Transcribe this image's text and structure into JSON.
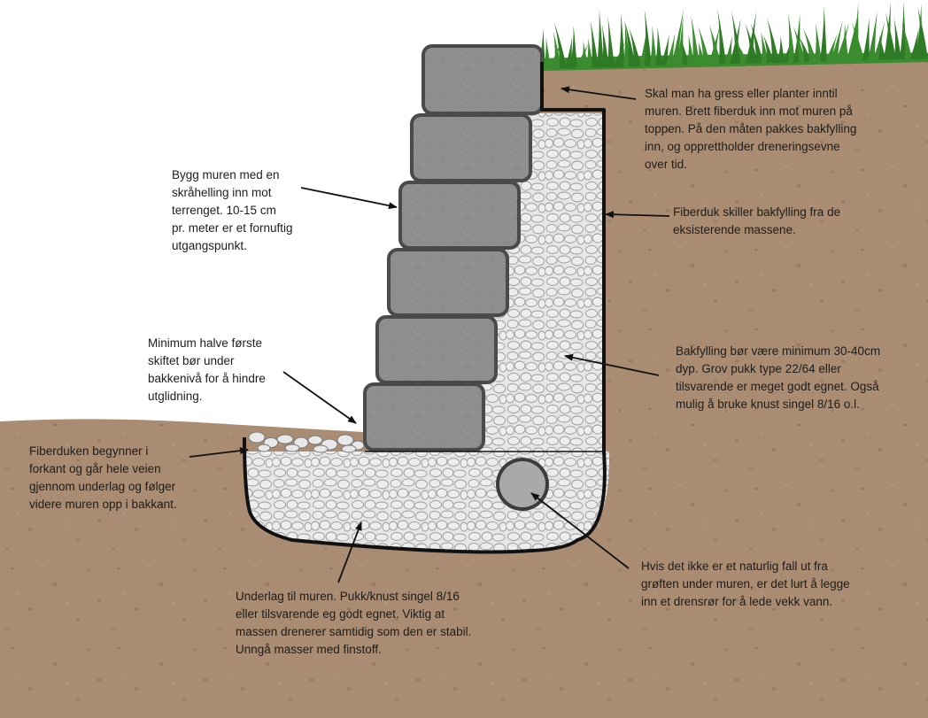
{
  "colors": {
    "soil": "#a98c72",
    "soil_speck": "#967a62",
    "gravel_fill": "#e6e6e6",
    "block": "#8e8e8e",
    "block_edge": "#4a4a4a",
    "grass": "#3a8c2e",
    "pipe": "#a9a9a9",
    "fabric_line": "#111111"
  },
  "annotations": {
    "grass_note": [
      "Skal man ha gress eller planter inntil",
      "muren. Brett fiberduk inn mot muren på",
      "toppen. På den måten pakkes bakfylling",
      "inn, og opprettholder dreneringsevne",
      "over tid."
    ],
    "slope_note": [
      "Bygg muren med en",
      "skråhelling inn mot",
      "terrenget. 10-15 cm",
      "pr. meter er et fornuftig",
      "utgangspunkt."
    ],
    "fabric_note": [
      "Fiberduk skiller bakfylling fra de",
      "eksisterende massene."
    ],
    "embed_note": [
      "Minimum halve første",
      "skiftet bør under",
      "bakkenivå for å hindre",
      "utglidning."
    ],
    "backfill_note": [
      "Bakfylling bør være minimum 30-40cm",
      "dyp. Grov pukk type 22/64 eller",
      "tilsvarende er meget godt egnet. Også",
      "mulig å bruke knust singel 8/16 o.l."
    ],
    "fabric_start_note": [
      "Fiberduken begynner i",
      "forkant og går hele veien",
      "gjennom underlag og følger",
      "videre muren opp i bakkant."
    ],
    "drain_note": [
      "Hvis det ikke er et naturlig fall ut fra",
      "grøften under muren, er det lurt å legge",
      "inn et drensrør for å lede vekk vann."
    ],
    "base_note": [
      "Underlag til muren. Pukk/knust singel 8/16",
      "eller tilsvarende eg godt egnet. Viktig at",
      "massen drenerer samtidig som den er stabil.",
      "Unngå masser med finstoff."
    ]
  }
}
